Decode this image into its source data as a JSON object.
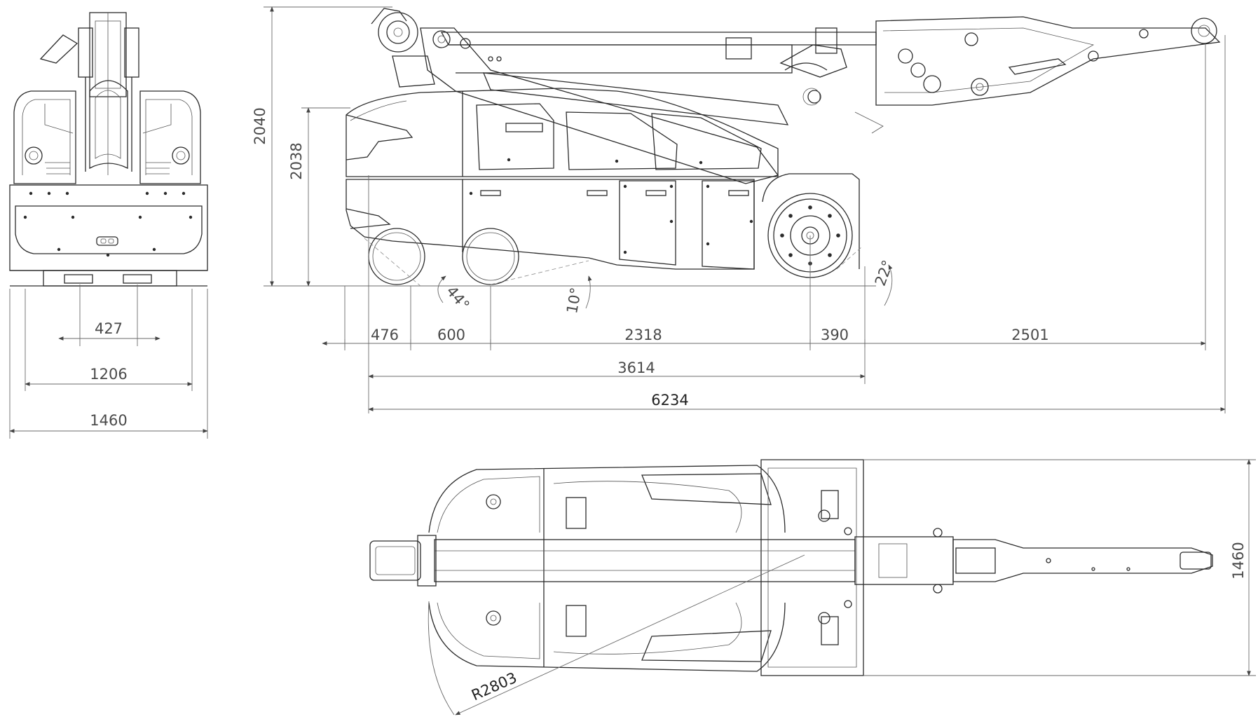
{
  "front_view": {
    "dims": {
      "track_gap": "427",
      "track_outer": "1206",
      "width": "1460"
    }
  },
  "side_view": {
    "dims": {
      "height_total": "2040",
      "height_body": "2038",
      "front_overhang": "476",
      "track_front": "600",
      "wheelbase": "2318",
      "rear_track": "390",
      "boom_overhang": "2501",
      "base_length": "3614",
      "total_length": "6234"
    },
    "angles": {
      "approach": "44°",
      "ramp": "10°",
      "departure": "22°"
    }
  },
  "top_view": {
    "dims": {
      "width": "1460",
      "slew_radius": "R2803"
    }
  },
  "colors": {
    "line": "#2b2b2b",
    "dimension": "#6a6a6a",
    "text": "#4a4a4a"
  }
}
